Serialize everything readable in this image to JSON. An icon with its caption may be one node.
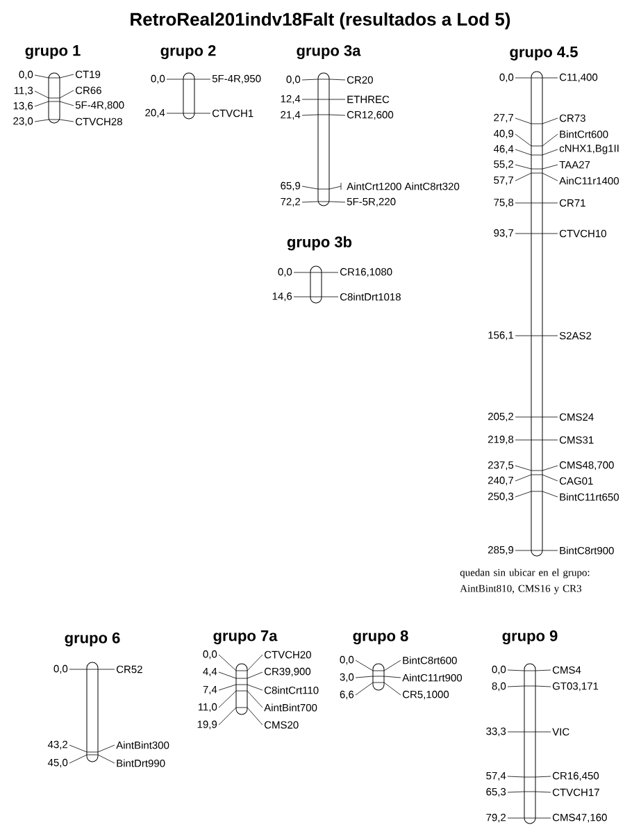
{
  "diagram": {
    "title": "RetroReal201indv18Falt (resultados a Lod 5)",
    "nodes": [
      {
        "text": [
          "grupo 1"
        ]
      },
      {
        "text": [
          "grupo 2"
        ]
      },
      {
        "text": [
          "grupo 3a"
        ]
      },
      {
        "text": [
          "grupo 3b"
        ]
      },
      {
        "text": [
          "grupo 4.5"
        ]
      },
      {
        "text": [
          "grupo 6"
        ]
      },
      {
        "text": [
          "grupo 7a"
        ]
      },
      {
        "text": [
          "grupo 8"
        ]
      },
      {
        "text": [
          "grupo 9"
        ]
      }
    ],
    "labels": [
      "0,0",
      "CT19",
      "11,3",
      "CR66",
      "13,6",
      "5F-4R,800",
      "23,0",
      "CTVCH28",
      "0,0",
      "5F-4R,950",
      "20,4",
      "CTVCH1",
      "0,0",
      "CR20",
      "12,4",
      "ETHREC",
      "21,4",
      "CR12,600",
      "65,9",
      "AintCrt1200 AintC8rt320",
      "72,2",
      "5F-5R,220",
      "0,0",
      "CR16,1080",
      "14,6",
      "C8intDrt1018",
      "0,0",
      "C11,400",
      "27,7",
      "CR73",
      "40,9",
      "BintCrt600",
      "46,4",
      "cNHX1,Bg1II",
      "55,2",
      "TAA27",
      "57,7",
      "AinC11r1400",
      "75,8",
      "CR71",
      "93,7",
      "CTVCH10",
      "156,1",
      "S2AS2",
      "205,2",
      "CMS24",
      "219,8",
      "CMS31",
      "237,5",
      "CMS48,700",
      "240,7",
      "CAG01",
      "250,3",
      "BintC11rt650",
      "285,9",
      "BintC8rt900",
      "0,0",
      "CR52",
      "43,2",
      "AintBint300",
      "45,0",
      "BintDrt990",
      "0,0",
      "CTVCH20",
      "4,4",
      "CR39,900",
      "7,4",
      "C8intCrt110",
      "11,0",
      "AintBint700",
      "19,9",
      "CMS20",
      "0,0",
      "BintC8rt600",
      "3,0",
      "AintC11rt900",
      "6,6",
      "CR5,1000",
      "0,0",
      "CMS4",
      "8,0",
      "GT03,171",
      "33,3",
      "VIC",
      "57,4",
      "CR16,450",
      "65,3",
      "CTVCH17",
      "79,2",
      "CMS47,160",
      "quedan sin ubicar en el grupo: AintBint810, CMS16 y CR3"
    ]
  }
}
